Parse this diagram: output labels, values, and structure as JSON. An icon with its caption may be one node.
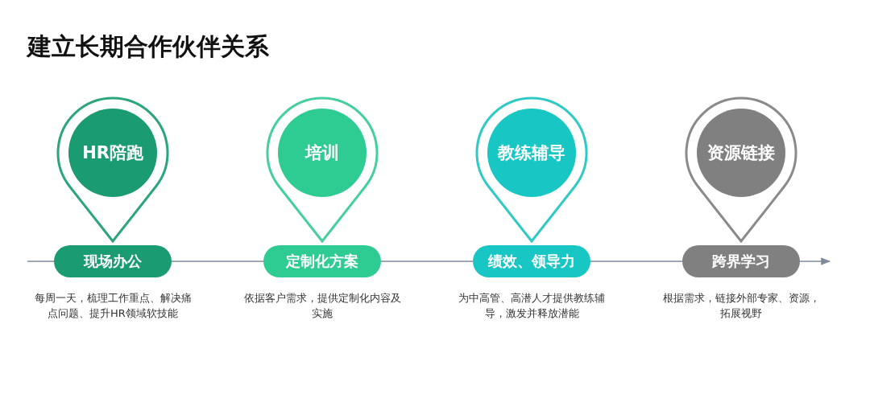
{
  "diagram": {
    "title": "建立长期合作伙伴关系",
    "nodes": [
      {
        "text": [
          "HR陪跑"
        ]
      },
      {
        "text": [
          "培训"
        ]
      },
      {
        "text": [
          "教练辅导"
        ]
      },
      {
        "text": [
          "资源链接"
        ]
      },
      {
        "text": [
          "现场办公"
        ],
        "beside": [
          "每周一天，梳理工作重点、解决痛点问题、提升HR领域软技能"
        ]
      },
      {
        "text": [
          "定制化方案"
        ],
        "beside": [
          "依据客户需求，提供定制化内容及实施"
        ]
      },
      {
        "text": [
          "绩效、领导力"
        ],
        "beside": [
          "为中高管、高潜人才提供教练辅导，激发并释放潜能"
        ]
      },
      {
        "text": [
          "跨界学习"
        ],
        "beside": [
          "根据需求，链接外部专家、资源，拓展视野"
        ]
      }
    ],
    "edges": [
      {
        "from": null,
        "to": 4,
        "arrow": "none"
      },
      {
        "from": 4,
        "to": 5,
        "arrow": "none"
      },
      {
        "from": 5,
        "to": 6,
        "arrow": "none"
      },
      {
        "from": 6,
        "to": 7,
        "arrow": "none"
      },
      {
        "from": 7,
        "to": null,
        "arrow": "to"
      }
    ]
  }
}
